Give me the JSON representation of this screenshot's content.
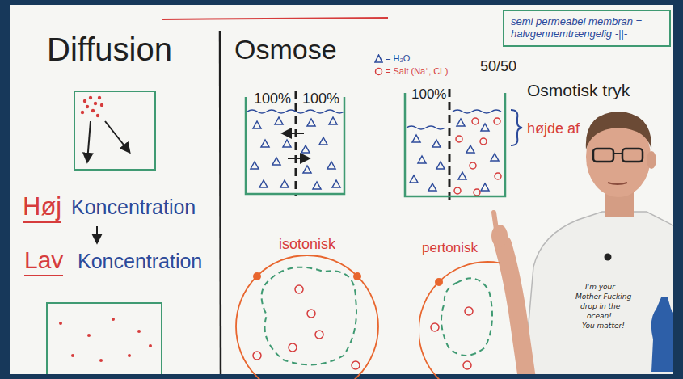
{
  "diagram": {
    "nodes": [
      {
        "text": [
          "semi permeabel membran = halvgennemtrængelig -||-"
        ]
      },
      {
        "text": [
          "100%",
          "100%"
        ]
      },
      {
        "text": [
          "100%",
          "50/50"
        ]
      },
      {
        "text": [
          "isotonisk"
        ]
      },
      {
        "text": [
          "pertonisk"
        ]
      }
    ],
    "labels": [
      "Diffusion",
      "Høj",
      "Koncentration",
      "Lav",
      "Koncentration",
      "Osmose",
      "Osmotisk tryk",
      "højde af",
      "I'm your",
      "Mother Fucking",
      "drop in the",
      "ocean!",
      "You matter!"
    ],
    "legend": [
      {
        "text": "= H₂O"
      },
      {
        "text": "= Salt (Na⁺, Cl⁻)"
      }
    ]
  }
}
